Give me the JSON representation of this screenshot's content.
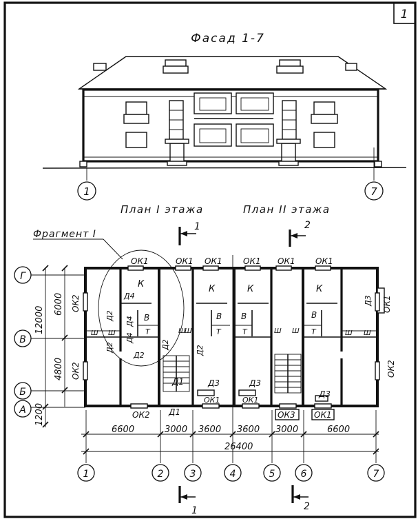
{
  "sheet_number": "1",
  "facade": {
    "title": "Фасад 1-7",
    "axis_left": "1",
    "axis_right": "7"
  },
  "plan": {
    "label_floor1": "План I этажа",
    "label_floor2": "План II этажа",
    "fragment_label": "Фрагмент I",
    "section_top_1": "1",
    "section_top_2": "2",
    "section_bottom_1": "1",
    "section_bottom_2": "2",
    "axes_horizontal": [
      "1",
      "2",
      "3",
      "4",
      "5",
      "6",
      "7"
    ],
    "axes_vertical": [
      "Г",
      "В",
      "Б",
      "А"
    ],
    "dims_bottom": [
      "6600",
      "3000",
      "3600",
      "3600",
      "3000",
      "6600"
    ],
    "dim_total": "26400",
    "dims_left_outer": [
      "12000",
      "1200"
    ],
    "dims_left_inner": [
      "6000",
      "4800"
    ],
    "windows_top": [
      "ОК1",
      "ОК1",
      "ОК1",
      "ОК1",
      "ОК1",
      "ОК1"
    ],
    "windows_bottom": [
      "ОК2",
      "ОК1",
      "ОК1",
      "ОК3",
      "ОК1"
    ],
    "windows_side": [
      "ОК2",
      "ОК2",
      "ОК1",
      "ОК2"
    ],
    "rooms": [
      "К",
      "К",
      "К",
      "К",
      "В",
      "В",
      "В",
      "В",
      "Т",
      "Т",
      "Т",
      "Т",
      "Ш",
      "Ш",
      "Ш",
      "Ш",
      "Ш",
      "Ш",
      "Ш",
      "Ш"
    ],
    "doors": [
      "Д4",
      "Д4",
      "Д4",
      "Д2",
      "Д2",
      "Д2",
      "Д2",
      "Д1",
      "Д1",
      "Д2",
      "Д3",
      "Д3",
      "Д3",
      "Д3"
    ]
  }
}
